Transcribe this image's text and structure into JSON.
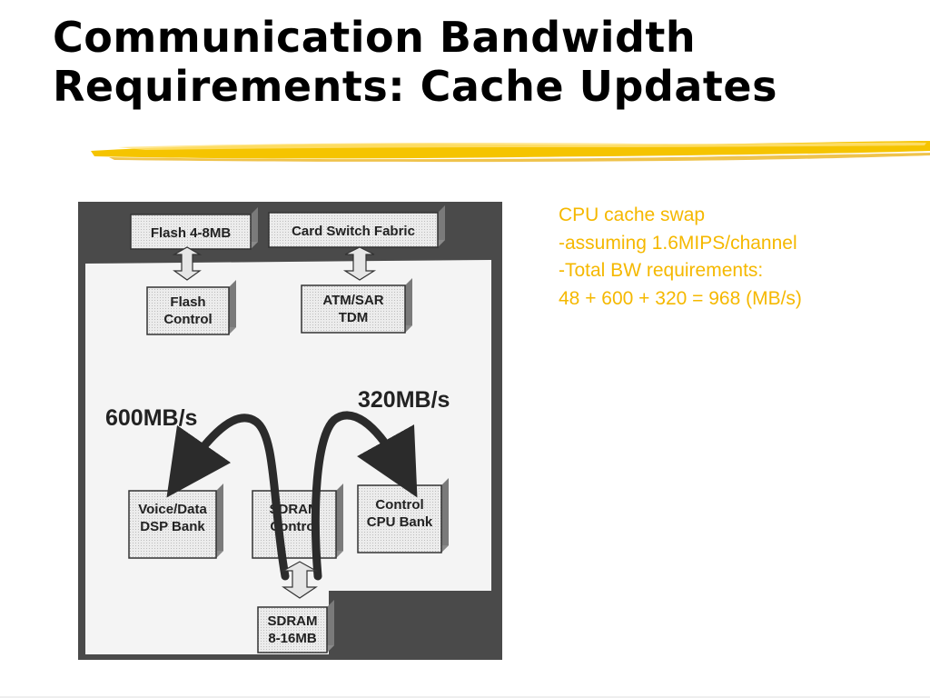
{
  "slide": {
    "title_line1": "Communication Bandwidth",
    "title_line2": "Requirements: Cache Updates"
  },
  "figure": {
    "boxes": {
      "flash_mem": "Flash 4-8MB",
      "card_switch": "Card Switch Fabric",
      "flash_ctrl_1": "Flash",
      "flash_ctrl_2": "Control",
      "atm_1": "ATM/SAR",
      "atm_2": "TDM",
      "voice_1": "Voice/Data",
      "voice_2": "DSP Bank",
      "sdram_ctrl_1": "SDRAM",
      "sdram_ctrl_2": "Control",
      "cpu_1": "Control",
      "cpu_2": "CPU Bank",
      "sdram_1": "SDRAM",
      "sdram_2": "8-16MB"
    },
    "rates": {
      "left": "600MB/s",
      "right": "320MB/s"
    }
  },
  "notes": {
    "line1": "CPU cache swap",
    "line2": "-assuming 1.6MIPS/channel",
    "line3": "-Total BW requirements:",
    "line4": "48 + 600 + 320 = 968 (MB/s)"
  },
  "colors": {
    "accent": "#f5b800",
    "figure_bg": "#4a4a4a",
    "panel": "#f4f4f4"
  }
}
